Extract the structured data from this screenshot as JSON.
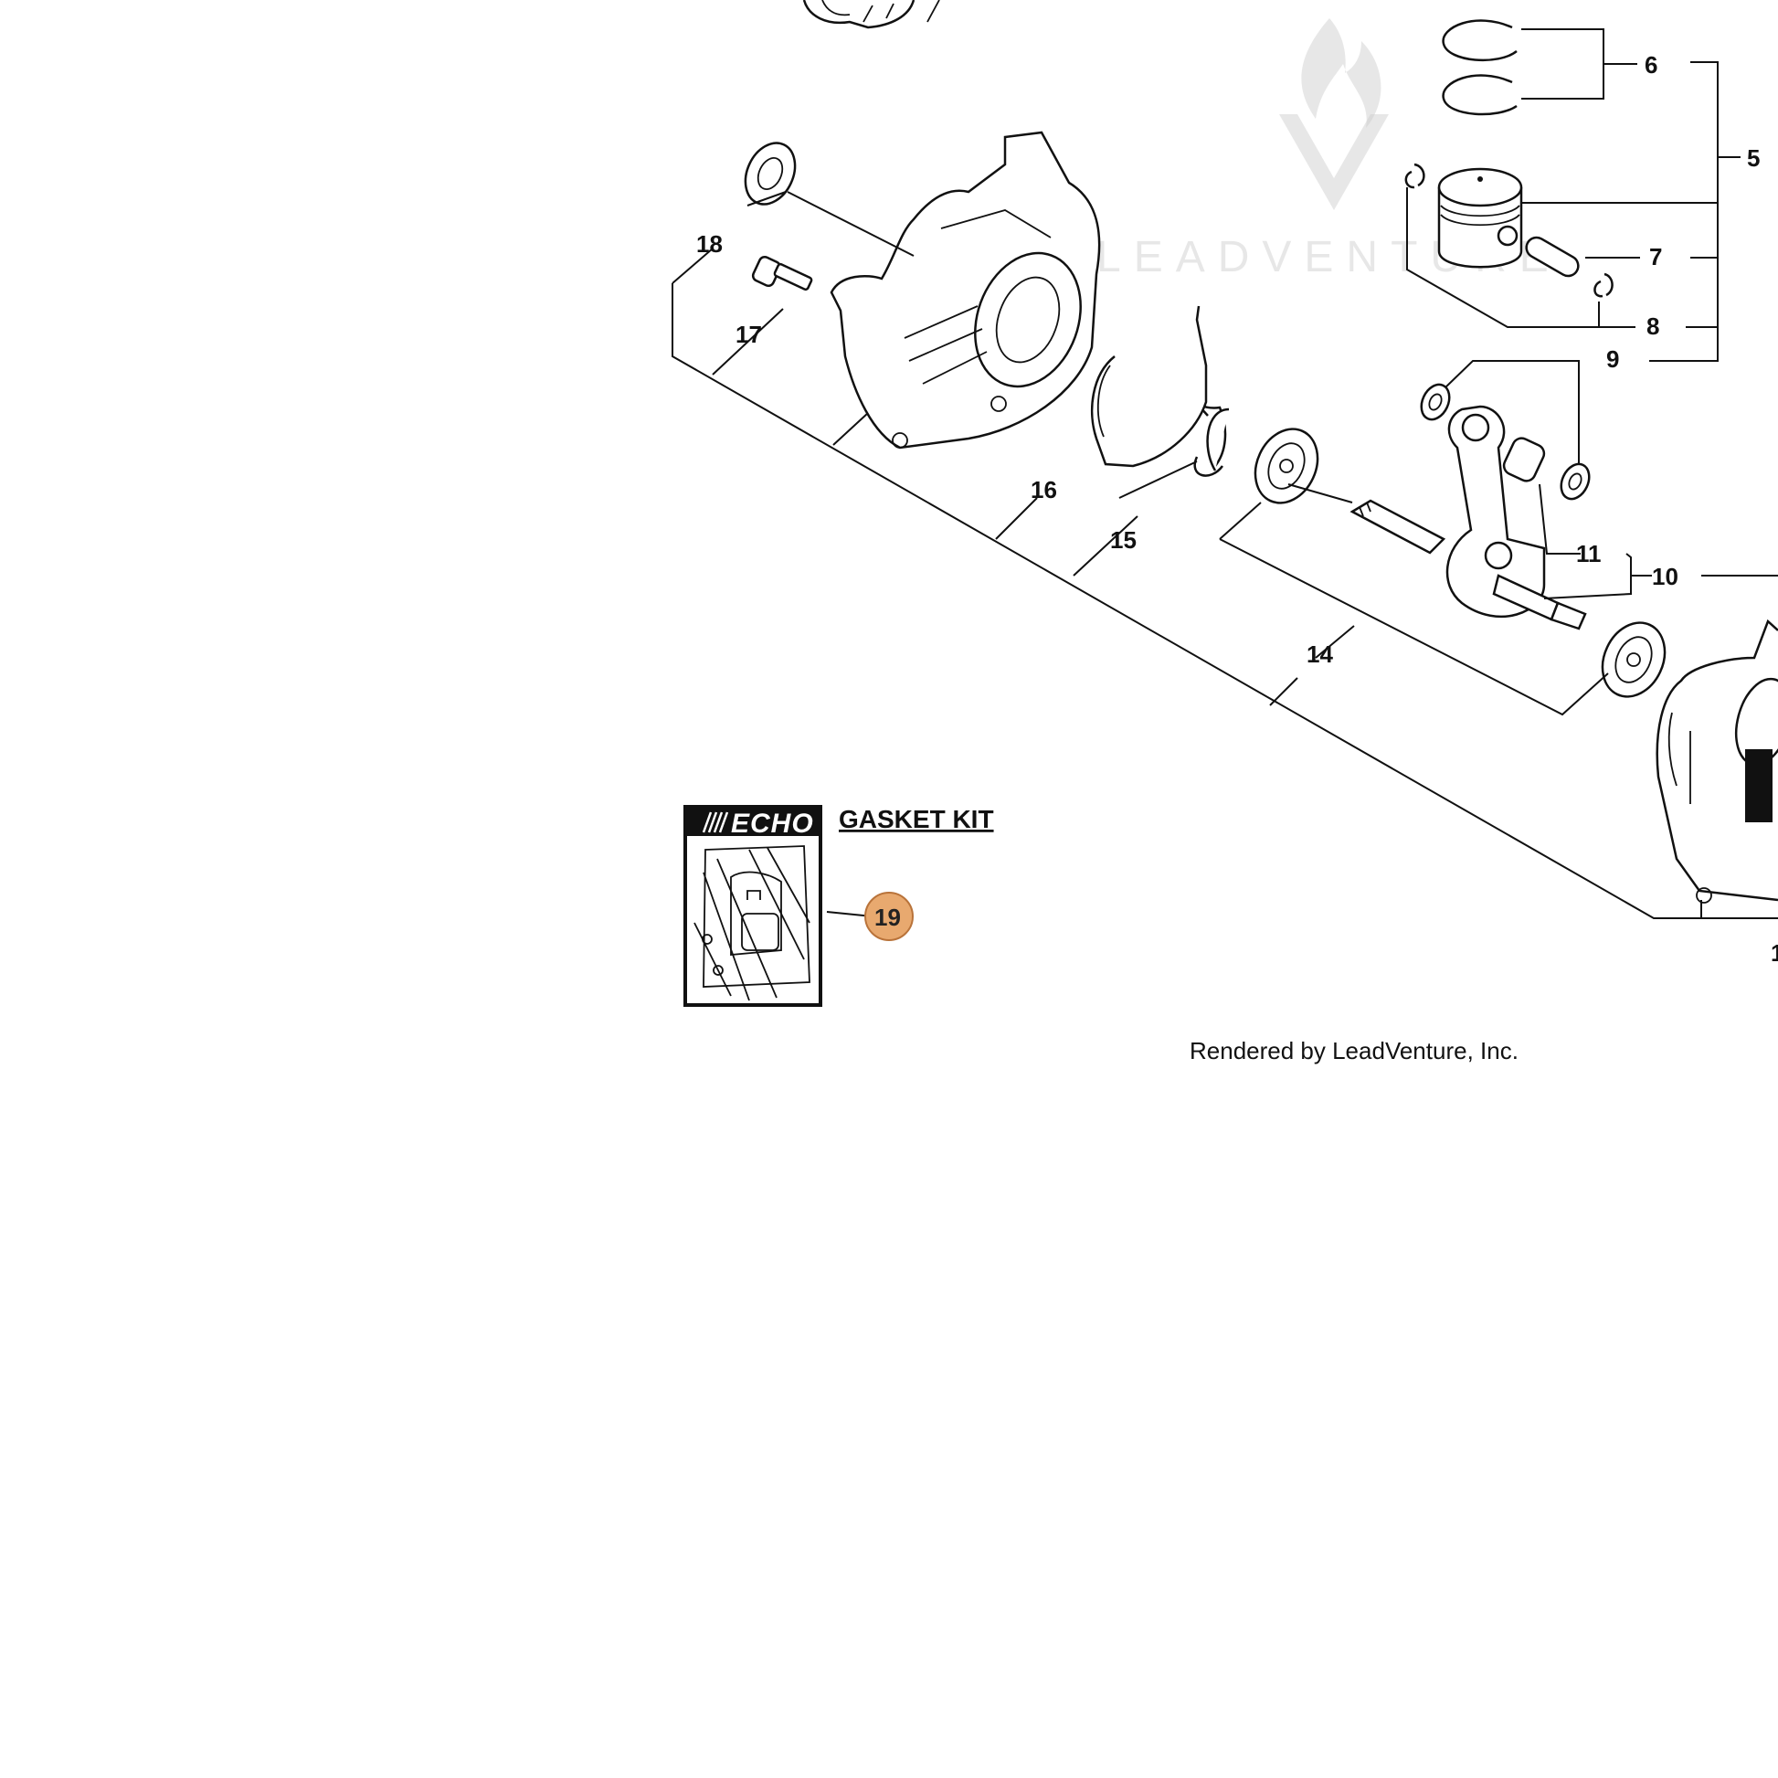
{
  "watermark": {
    "text": "LEADVENTURE"
  },
  "callouts": [
    {
      "id": "5",
      "label": "5"
    },
    {
      "id": "6",
      "label": "6"
    },
    {
      "id": "7",
      "label": "7"
    },
    {
      "id": "8",
      "label": "8"
    },
    {
      "id": "9",
      "label": "9"
    },
    {
      "id": "10",
      "label": "10"
    },
    {
      "id": "11",
      "label": "11"
    },
    {
      "id": "14",
      "label": "14"
    },
    {
      "id": "15",
      "label": "15"
    },
    {
      "id": "16",
      "label": "16"
    },
    {
      "id": "17",
      "label": "17"
    },
    {
      "id": "18",
      "label": "18"
    },
    {
      "id": "1",
      "label": "1"
    }
  ],
  "gasket_kit": {
    "title": "GASKET KIT",
    "logo": "ECHO",
    "callout": "19",
    "highlight_color": "#e8a96f"
  },
  "footer": {
    "text": "Rendered by LeadVenture, Inc."
  }
}
